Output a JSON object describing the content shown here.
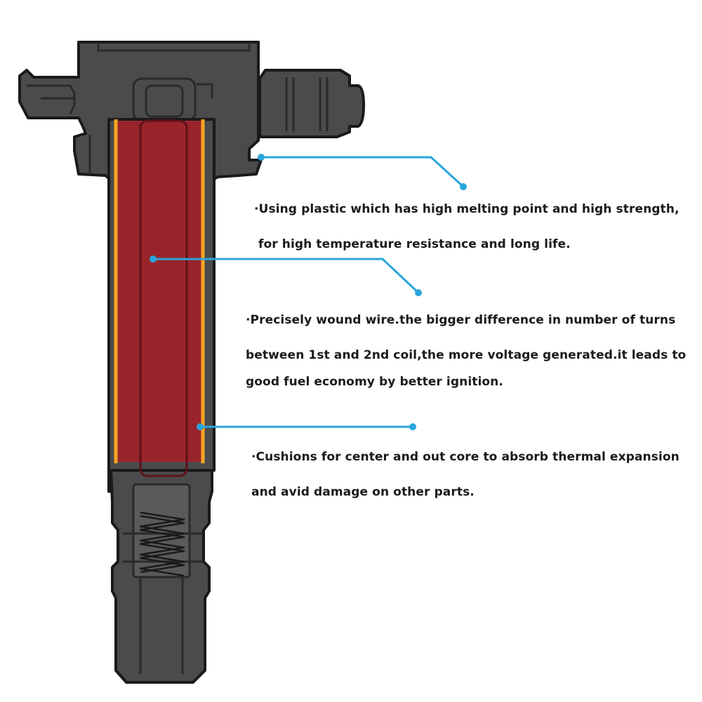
{
  "colors": {
    "housing": "#4b4b4d",
    "outline": "#1a1a1a",
    "coil": "#a0262e",
    "coil_line": "#7e1a20",
    "cushion": "#f5a623",
    "leader": "#29a6dc",
    "text": "#1a1a1a"
  },
  "callouts": [
    {
      "lines": [
        "·Using plastic which has high melting point and high strength,",
        "for high temperature resistance and long life."
      ]
    },
    {
      "lines": [
        "·Precisely wound wire.the bigger difference in number of turns",
        "between 1st and 2nd coil,the more voltage generated.it leads to",
        "good fuel economy by better ignition."
      ]
    },
    {
      "lines": [
        "·Cushions for center and out core to absorb thermal expansion",
        "and avid damage on other parts."
      ]
    }
  ]
}
